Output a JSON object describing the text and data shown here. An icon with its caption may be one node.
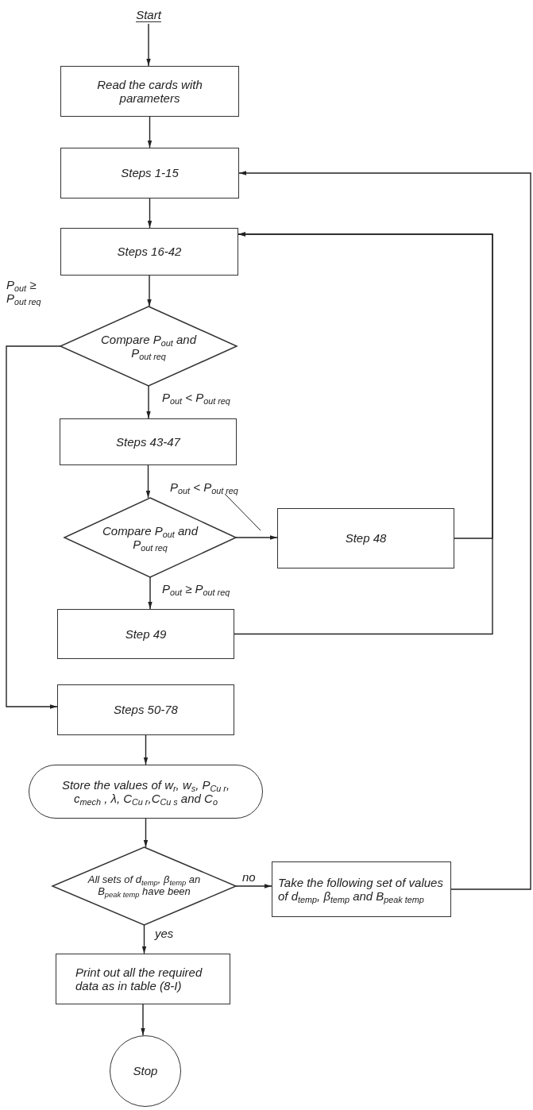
{
  "diagram": {
    "nodes": [
      {
        "text": [
          "Start"
        ]
      },
      {
        "text": [
          "Read the cards with parameters"
        ]
      },
      {
        "text": [
          "Steps 1-15"
        ]
      },
      {
        "text": [
          "Steps 16-42"
        ]
      },
      {
        "text": [
          "Compare P$_{out}$ and P$_{out req}$"
        ]
      },
      {
        "text": [
          "Steps 43-47"
        ]
      },
      {
        "text": [
          "Compare P$_{out}$ and P$_{out req}$"
        ]
      },
      {
        "text": [
          "Step 48"
        ]
      },
      {
        "text": [
          "Step 49"
        ]
      },
      {
        "text": [
          "Steps 50-78"
        ]
      },
      {
        "text": [
          "Store the values of w$_{r}$, w$_{s}$, P$_{Cu r}$, c$_{mech}$ , λ, C$_{Cu r}$,C$_{Cu s}$ and C$_{o}$"
        ]
      },
      {
        "text": [
          "All sets of d$_{temp}$, β$_{temp}$ an B$_{peak temp}$ have been"
        ]
      },
      {
        "text": [
          "Take the following set of values of d$_{temp}$, β$_{temp}$ and B$_{peak temp}$"
        ]
      },
      {
        "text": [
          "Print out all the required data as in table (8-I)"
        ]
      },
      {
        "text": [
          "Stop"
        ]
      }
    ],
    "edges": [
      {
        "from": 0,
        "to": 1,
        "arrow": "to"
      },
      {
        "from": 1,
        "to": 2,
        "arrow": "to"
      },
      {
        "from": 2,
        "to": 3,
        "arrow": "to"
      },
      {
        "from": 3,
        "to": 4,
        "arrow": "to"
      },
      {
        "from": 4,
        "to": 5,
        "arrow": "to",
        "label": "P$_{out}$ < P$_{out req}$"
      },
      {
        "from": 5,
        "to": 6,
        "arrow": "to"
      },
      {
        "from": 6,
        "to": 7,
        "arrow": "to",
        "label": "P$_{out}$ < P$_{out req}$"
      },
      {
        "from": 6,
        "to": 8,
        "arrow": "to",
        "label": "P$_{out}$ ≥ P$_{out req}$"
      },
      {
        "from": 7,
        "to": 3,
        "arrow": "to"
      },
      {
        "from": 8,
        "to": 3,
        "arrow": "to"
      },
      {
        "from": 4,
        "to": 9,
        "arrow": "to",
        "label": "P$_{out}$ ≥ P$_{out req}$"
      },
      {
        "from": 9,
        "to": 10,
        "arrow": "to"
      },
      {
        "from": 10,
        "to": 11,
        "arrow": "to"
      },
      {
        "from": 11,
        "to": 12,
        "arrow": "to",
        "label": "no"
      },
      {
        "from": 11,
        "to": 13,
        "arrow": "to",
        "label": "yes"
      },
      {
        "from": 12,
        "to": 2,
        "arrow": "to"
      },
      {
        "from": 13,
        "to": 14,
        "arrow": "to"
      }
    ]
  }
}
